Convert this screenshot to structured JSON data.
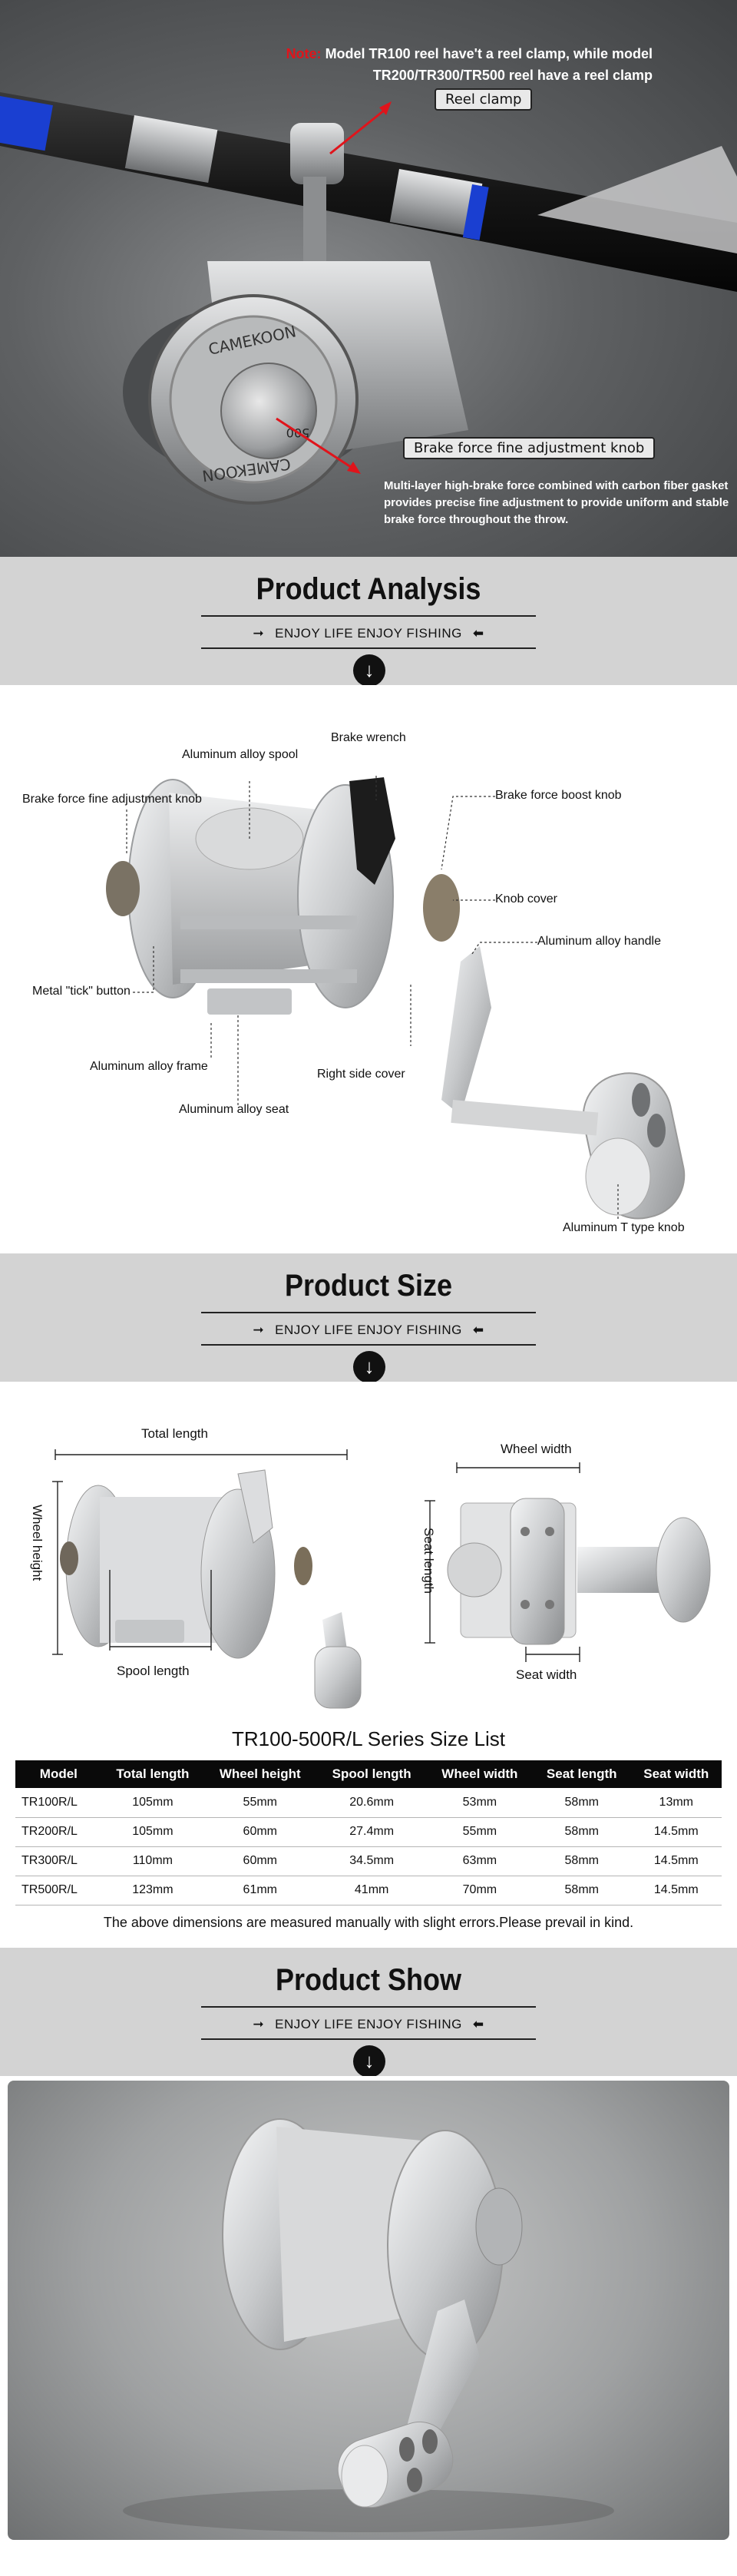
{
  "hero": {
    "note_prefix": "Note:",
    "note_line1": " Model TR100 reel have't a reel clamp, while model",
    "note_line2": "TR200/TR300/TR500 reel have a reel clamp",
    "clamp_tag": "Reel clamp",
    "brake_tag": "Brake force fine adjustment knob",
    "brake_desc": "Multi-layer high-brake force combined with carbon fiber gasket provides precise fine adjustment to provide uniform and stable brake force throughout the throw.",
    "brand_top": "CAMEKOON",
    "brand_bottom": "CAMEKOON",
    "dial_number": "500"
  },
  "sections": {
    "subtitle": "ENJOY LIFE ENJOY FISHING",
    "left_arrow": "➞",
    "right_arrow": "⬅",
    "down_icon": "↓",
    "analysis_title": "Product Analysis",
    "size_title": "Product Size",
    "show_title": "Product Show"
  },
  "analysis": {
    "labels": {
      "brake_wrench": "Brake wrench",
      "alloy_spool": "Aluminum alloy spool",
      "fine_knob": "Brake force fine adjustment knob",
      "boost_knob": "Brake force boost knob",
      "knob_cover": "Knob cover",
      "alloy_handle": "Aluminum alloy handle",
      "tick_button": "Metal \"tick\" button",
      "alloy_frame": "Aluminum alloy frame",
      "side_cover": "Right side cover",
      "alloy_seat": "Aluminum alloy seat",
      "t_knob": "Aluminum T type knob"
    }
  },
  "size": {
    "total_length": "Total length",
    "wheel_height": "Wheel height",
    "spool_length": "Spool length",
    "wheel_width": "Wheel width",
    "seat_length": "Seat length",
    "seat_width": "Seat width"
  },
  "table": {
    "title": "TR100-500R/L Series Size List",
    "headers": [
      "Model",
      "Total length",
      "Wheel height",
      "Spool length",
      "Wheel width",
      "Seat length",
      "Seat width"
    ],
    "rows": [
      [
        "TR100R/L",
        "105mm",
        "55mm",
        "20.6mm",
        "53mm",
        "58mm",
        "13mm"
      ],
      [
        "TR200R/L",
        "105mm",
        "60mm",
        "27.4mm",
        "55mm",
        "58mm",
        "14.5mm"
      ],
      [
        "TR300R/L",
        "110mm",
        "60mm",
        "34.5mm",
        "63mm",
        "58mm",
        "14.5mm"
      ],
      [
        "TR500R/L",
        "123mm",
        "61mm",
        "41mm",
        "70mm",
        "58mm",
        "14.5mm"
      ]
    ],
    "disclaimer": "The above dimensions are measured manually with slight errors.Please prevail in kind."
  },
  "colors": {
    "note_red": "#e0141b",
    "header_gray": "#d3d3d3",
    "table_head": "#0a0a0a",
    "rod_blue": "#1a3fd1"
  }
}
